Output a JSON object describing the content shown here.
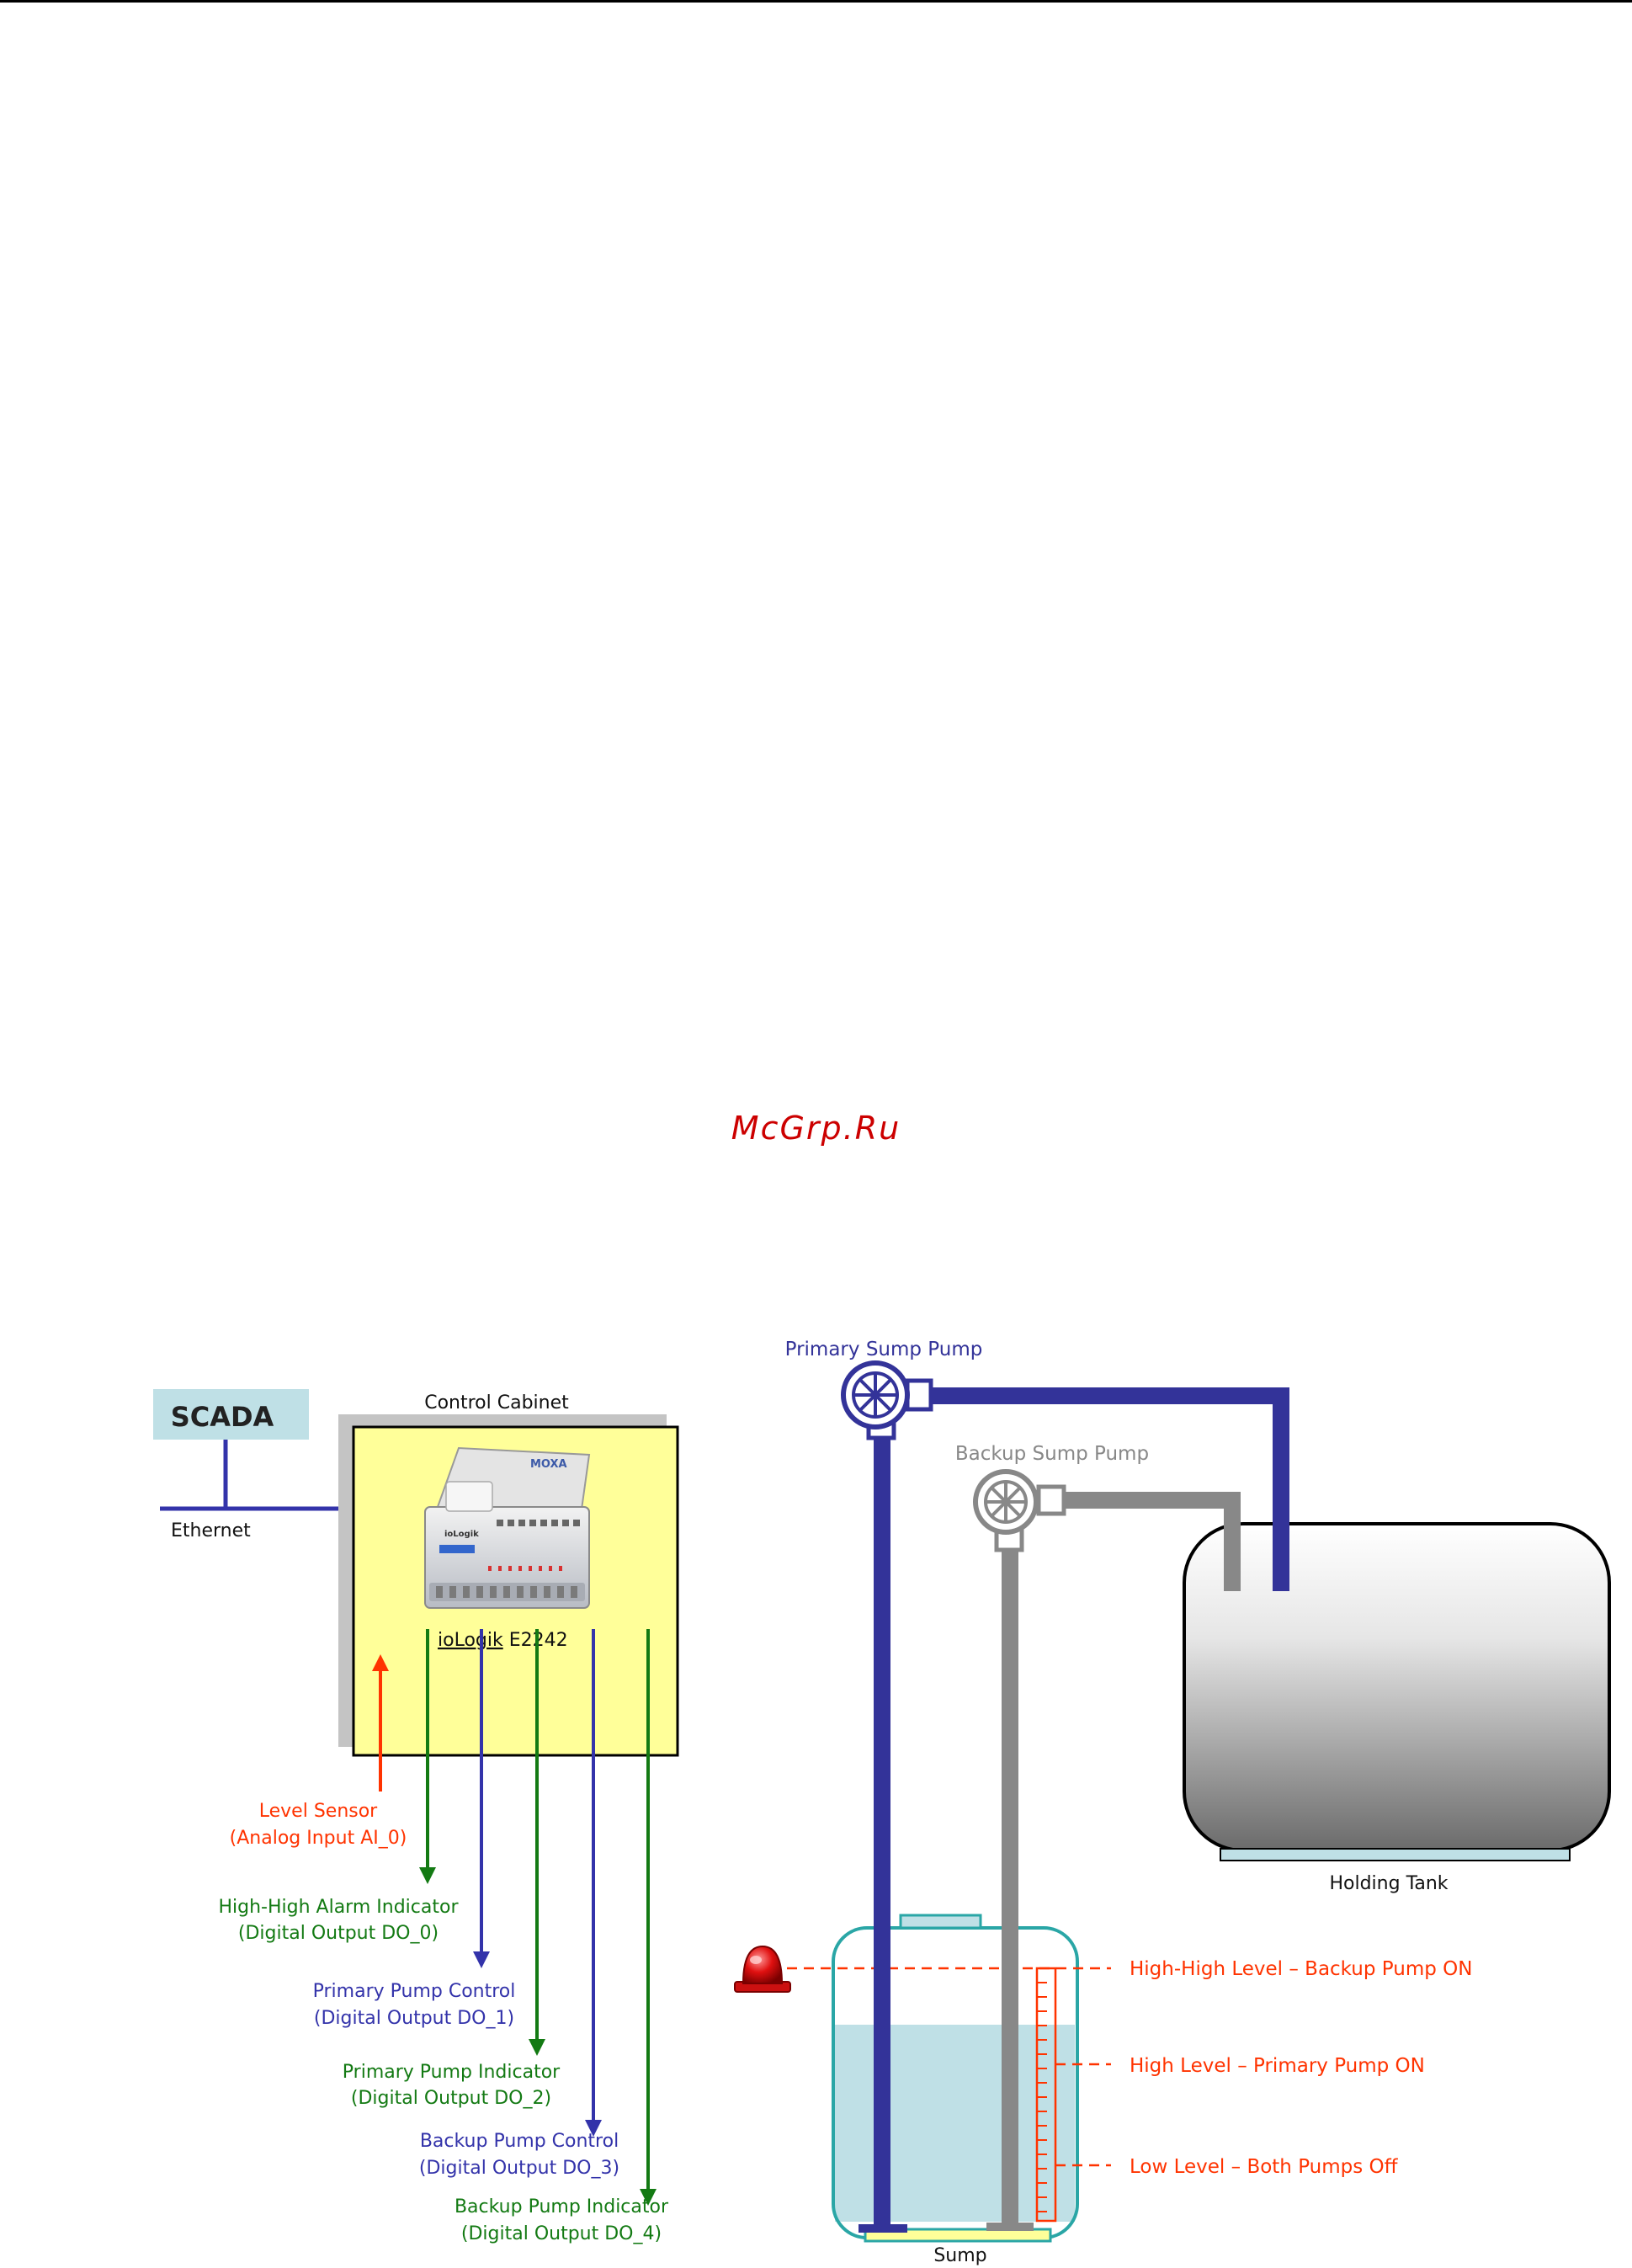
{
  "watermark": "McGrp.Ru",
  "scada": {
    "label": "SCADA"
  },
  "ethernet": {
    "label": "Ethernet"
  },
  "cabinet": {
    "title": "Control Cabinet",
    "device_brand": "MOXA",
    "device_name_prefix": "ioLogik",
    "device_name_suffix": " E2242"
  },
  "signals": [
    {
      "name": "Level Sensor",
      "channel": "(Analog Input AI_0)",
      "color": "#ff3300"
    },
    {
      "name": "High-High Alarm Indicator",
      "channel": "(Digital Output DO_0)",
      "color": "#137a13"
    },
    {
      "name": "Primary Pump Control",
      "channel": "(Digital Output DO_1)",
      "color": "#3333aa"
    },
    {
      "name": "Primary Pump Indicator",
      "channel": "(Digital Output DO_2)",
      "color": "#137a13"
    },
    {
      "name": "Backup Pump Control",
      "channel": "(Digital Output DO_3)",
      "color": "#3333aa"
    },
    {
      "name": "Backup Pump Indicator",
      "channel": "(Digital Output DO_4)",
      "color": "#137a13"
    }
  ],
  "pumps": {
    "primary": {
      "label": "Primary Sump Pump",
      "color": "#333399"
    },
    "backup": {
      "label": "Backup Sump Pump",
      "color": "#888888"
    }
  },
  "tanks": {
    "holding": "Holding Tank",
    "sump": "Sump"
  },
  "levels": [
    {
      "label": "High-High Level – Backup Pump ON"
    },
    {
      "label": "High Level – Primary Pump ON"
    },
    {
      "label": "Low Level – Both Pumps Off"
    }
  ],
  "colors": {
    "scada_box": "#bfe0e6",
    "cabinet_fill": "#ffff99",
    "water": "#bfe0e6",
    "sump_outline": "#2aa6a6",
    "level_line": "#ff3300"
  }
}
